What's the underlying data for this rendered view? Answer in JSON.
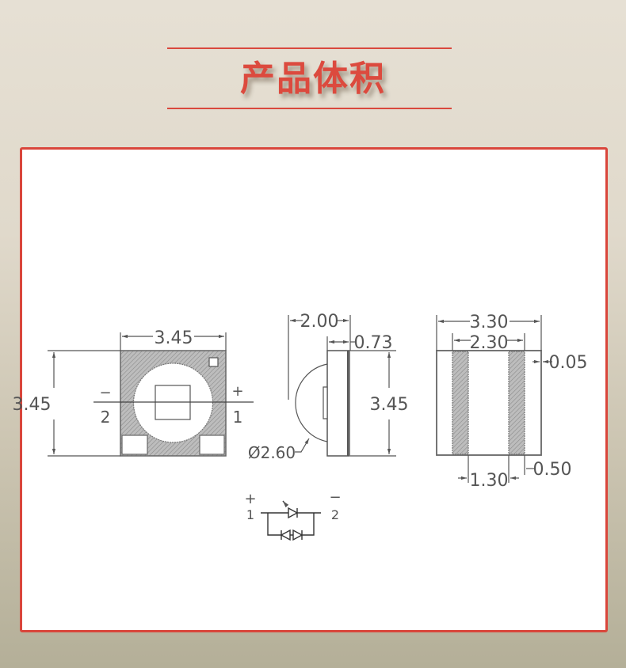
{
  "header": {
    "title": "产品体积"
  },
  "colors": {
    "accent": "#d9463b",
    "background_top": "#e6e0d4",
    "background_bottom": "#b4af98",
    "frame_bg": "#ffffff",
    "line": "#555555"
  },
  "drawing": {
    "top_view": {
      "width_label": "3.45",
      "height_label": "3.45",
      "minus_label": "−",
      "minus_pin": "2",
      "plus_label": "+",
      "plus_pin": "1"
    },
    "side_view": {
      "depth_label": "2.00",
      "body_label": "0.73",
      "height_label": "3.45",
      "lens_label": "Ø2.60"
    },
    "bottom_view": {
      "outer_width_label": "3.30",
      "inner_width_label": "2.30",
      "gap_label": "0.05",
      "pad_width_label": "0.50",
      "pad_spacing_label": "1.30"
    },
    "schematic": {
      "plus_label": "+",
      "pin1_label": "1",
      "minus_label": "−",
      "pin2_label": "2"
    }
  }
}
